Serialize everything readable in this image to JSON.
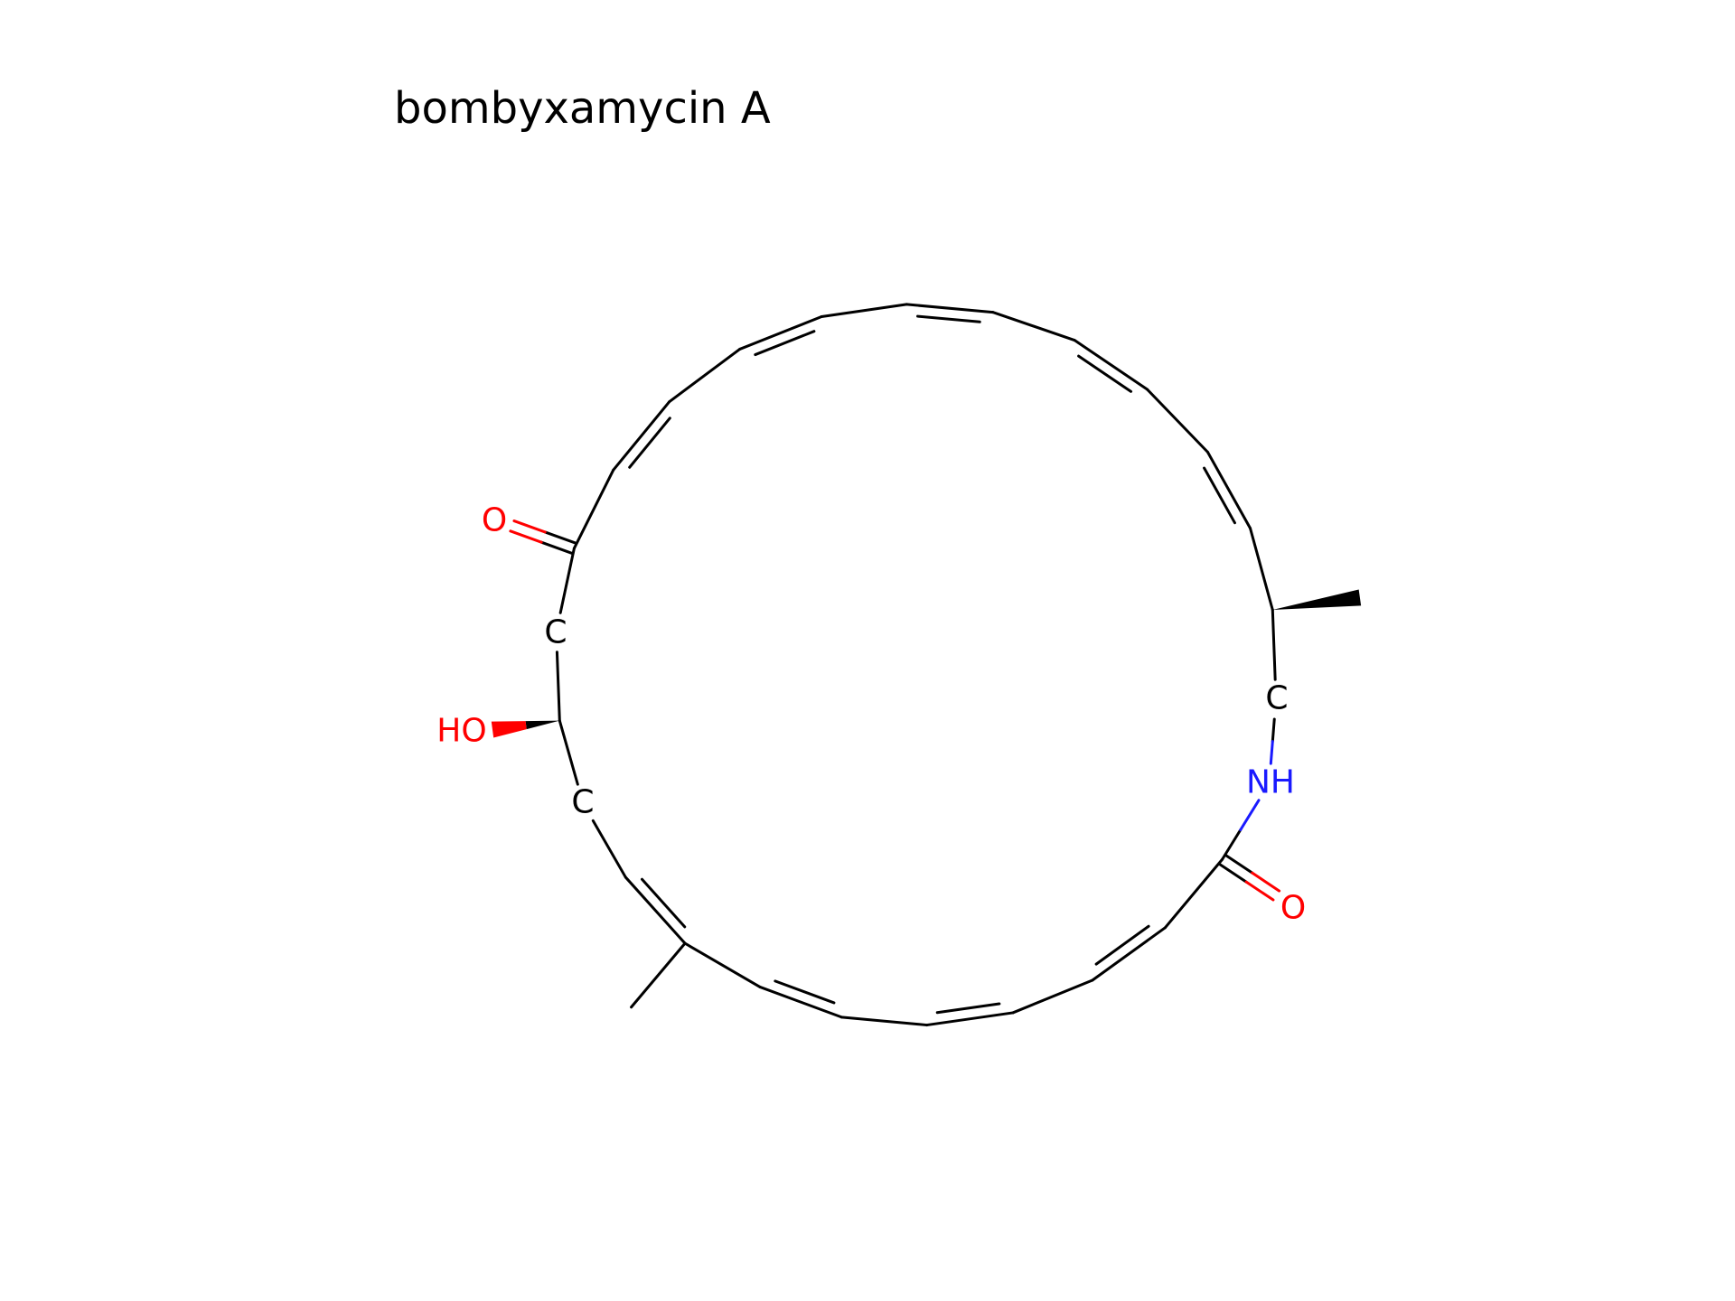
{
  "title": "bombyxamycin A",
  "colors": {
    "carbon": "#000000",
    "oxygen": "#ff0000",
    "nitrogen": "#1a1aff",
    "background": "#ffffff"
  },
  "atoms": {
    "ketone_oxygen": "O",
    "c_alpha": "C",
    "hydroxyl": "HO",
    "c_beta": "C",
    "c_amide_ch2": "C",
    "amide_nitrogen": "NH",
    "amide_oxygen": "O"
  }
}
